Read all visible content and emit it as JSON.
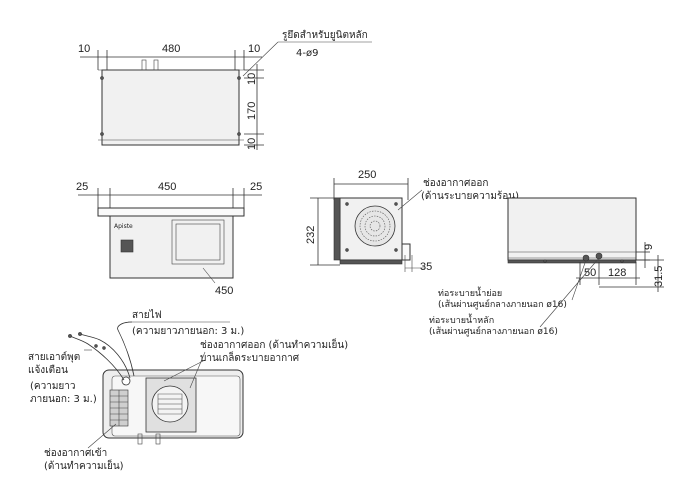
{
  "top_view": {
    "dim_left": "10",
    "dim_width": "480",
    "dim_right": "10",
    "dim_v1": "10",
    "dim_v2": "170",
    "dim_v3": "10",
    "bolt_label": "รูยึดสำหรับยูนิตหลัก",
    "bolt_spec": "4-ø9"
  },
  "front_view": {
    "dim_left": "25",
    "dim_width": "450",
    "dim_right": "25",
    "dim_bottom": "450",
    "logo": "Apiste"
  },
  "side_view": {
    "dim_width": "250",
    "dim_height": "232",
    "dim_bottom": "35",
    "outlet_label_1": "ช่องอากาศออก",
    "outlet_label_2": "(ด้านระบายความร้อน)"
  },
  "rear_view": {
    "dim_9": "9",
    "dim_50": "50",
    "dim_128": "128",
    "dim_315": "31.5",
    "drain_sub_1": "ท่อระบายน้ำย่อย",
    "drain_sub_2": "(เส้นผ่านศูนย์กลางภายนอก ø16)",
    "drain_main_1": "ท่อระบายน้ำหลัก",
    "drain_main_2": "(เส้นผ่านศูนย์กลางภายนอก ø16)"
  },
  "iso_view": {
    "power_1": "สายไฟ",
    "power_2": "(ความยาวภายนอก: 3 ม.)",
    "outlet_cool": "ช่องอากาศออก (ด้านทำความเย็น)",
    "louver": "บานเกล็ดระบายอากาศ",
    "alarm_1": "สายเอาต์พุต",
    "alarm_2": "แจ้งเตือน",
    "alarm_3": "(ความยาว",
    "alarm_4": "ภายนอก: 3 ม.)",
    "inlet_1": "ช่องอากาศเข้า",
    "inlet_2": "(ด้านทำความเย็น)"
  }
}
